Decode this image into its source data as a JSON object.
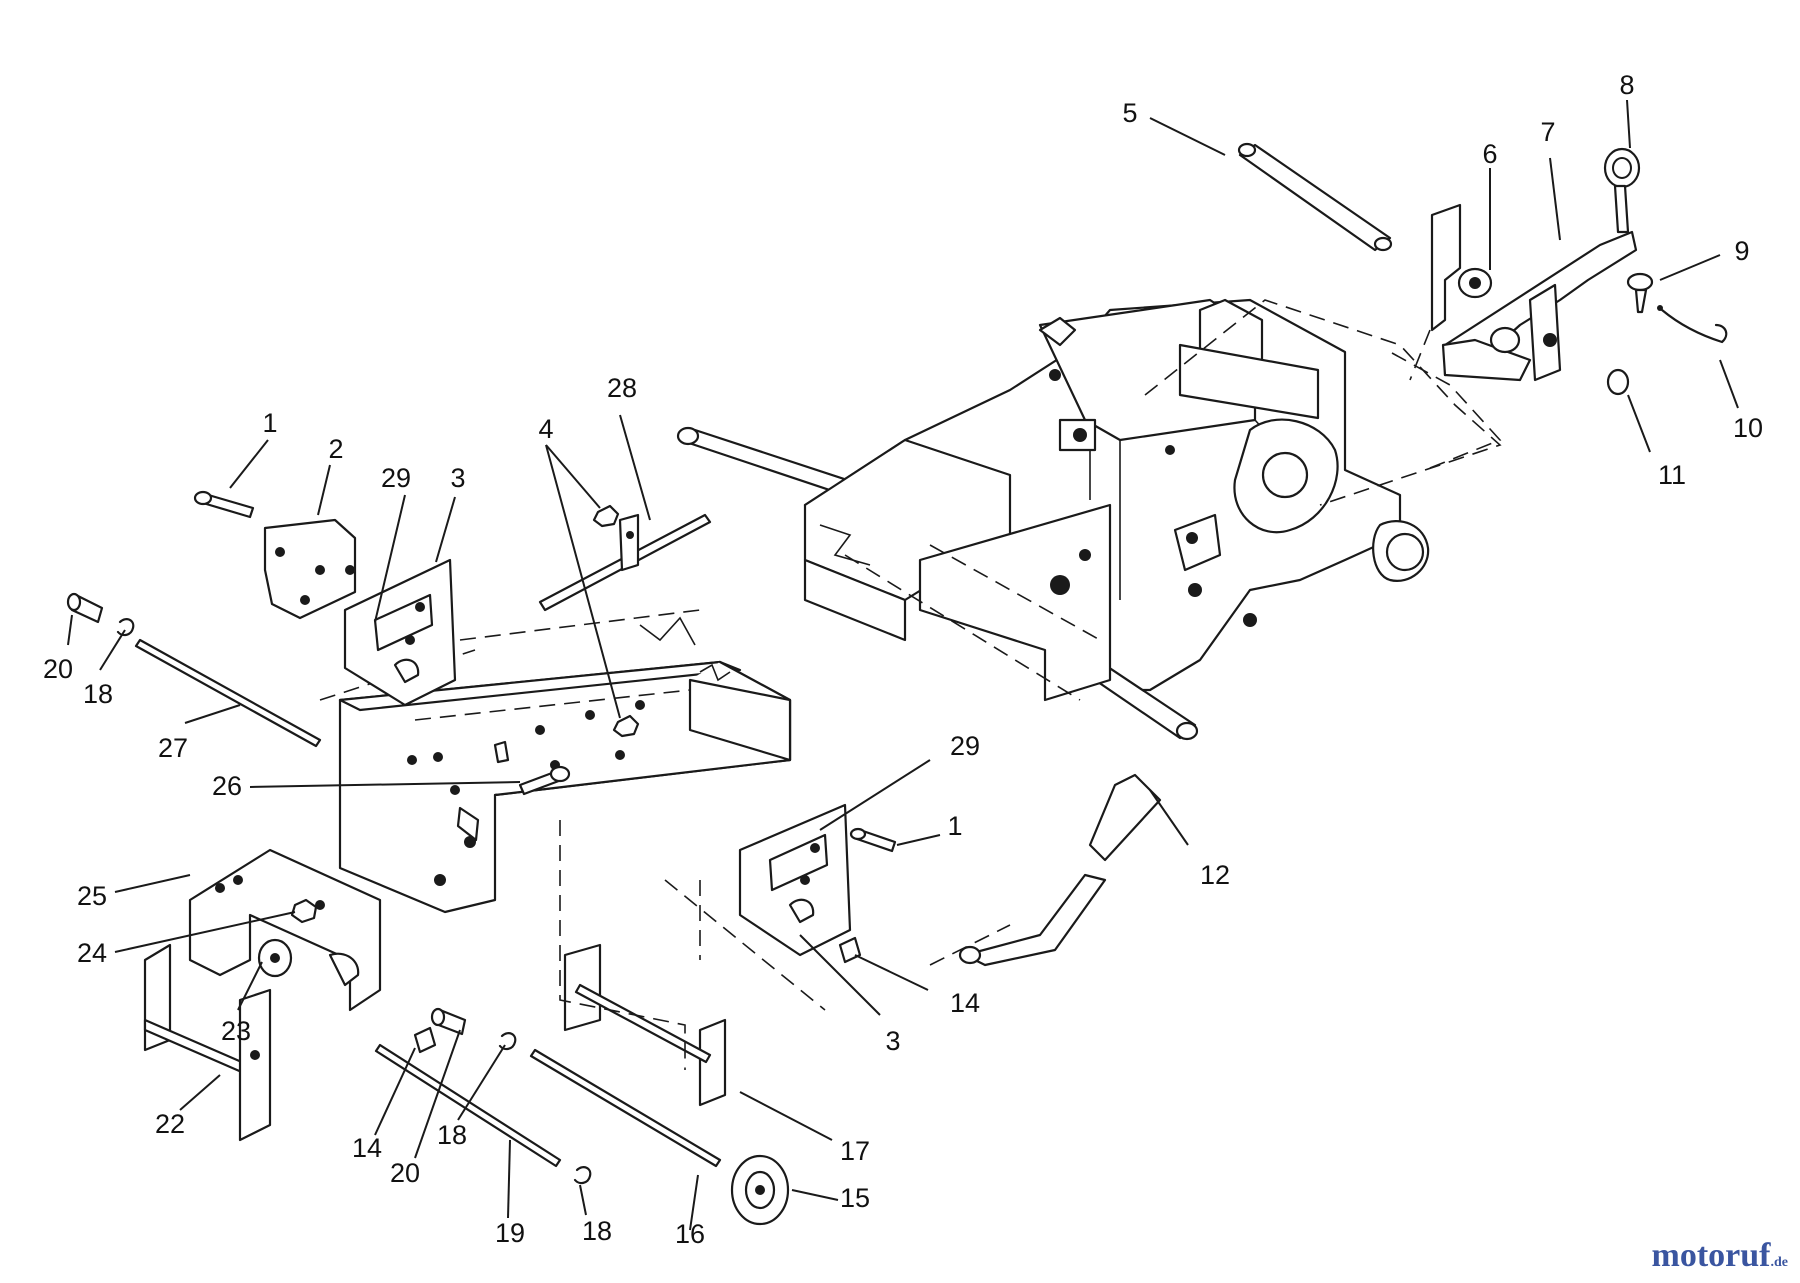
{
  "callouts": [
    {
      "id": "c1a",
      "text": "1"
    },
    {
      "id": "c2",
      "text": "2"
    },
    {
      "id": "c29a",
      "text": "29"
    },
    {
      "id": "c3a",
      "text": "3"
    },
    {
      "id": "c4",
      "text": "4"
    },
    {
      "id": "c28",
      "text": "28"
    },
    {
      "id": "c20a",
      "text": "20"
    },
    {
      "id": "c18a",
      "text": "18"
    },
    {
      "id": "c27",
      "text": "27"
    },
    {
      "id": "c26",
      "text": "26"
    },
    {
      "id": "c25",
      "text": "25"
    },
    {
      "id": "c24",
      "text": "24"
    },
    {
      "id": "c23",
      "text": "23"
    },
    {
      "id": "c22",
      "text": "22"
    },
    {
      "id": "c14a",
      "text": "14"
    },
    {
      "id": "c20b",
      "text": "20"
    },
    {
      "id": "c18b",
      "text": "18"
    },
    {
      "id": "c19",
      "text": "19"
    },
    {
      "id": "c18c",
      "text": "18"
    },
    {
      "id": "c16",
      "text": "16"
    },
    {
      "id": "c15",
      "text": "15"
    },
    {
      "id": "c17",
      "text": "17"
    },
    {
      "id": "c3b",
      "text": "3"
    },
    {
      "id": "c14b",
      "text": "14"
    },
    {
      "id": "c29b",
      "text": "29"
    },
    {
      "id": "c1b",
      "text": "1"
    },
    {
      "id": "c12",
      "text": "12"
    },
    {
      "id": "c5",
      "text": "5"
    },
    {
      "id": "c6",
      "text": "6"
    },
    {
      "id": "c7",
      "text": "7"
    },
    {
      "id": "c8",
      "text": "8"
    },
    {
      "id": "c9",
      "text": "9"
    },
    {
      "id": "c10",
      "text": "10"
    },
    {
      "id": "c11",
      "text": "11"
    }
  ],
  "watermark": {
    "main": "motoruf",
    "suffix": ".de"
  },
  "colors": {
    "line": "#1a1a1a",
    "background": "#ffffff",
    "watermark": "#3a55a0",
    "watermark_accent": "#e07a1b"
  }
}
